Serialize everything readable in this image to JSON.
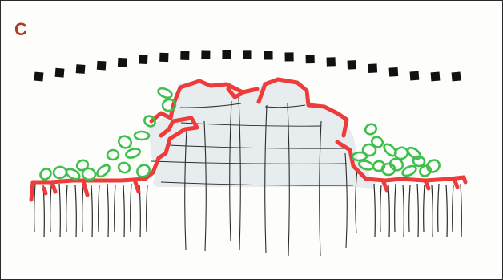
{
  "panel": {
    "label": "C"
  },
  "colors": {
    "border": "#2a2a2a",
    "background": "#fdfdfb",
    "label": "#b23a1e",
    "dashes": "#111111",
    "outline_red": "#ee3b3b",
    "cells_green": "#3fbf4c",
    "lines": "#2b2b2b",
    "fill_pale": "#e7ecef"
  },
  "elements": {
    "dash_count": 21,
    "green_cell_count": 30,
    "hair_line_count": 37
  }
}
